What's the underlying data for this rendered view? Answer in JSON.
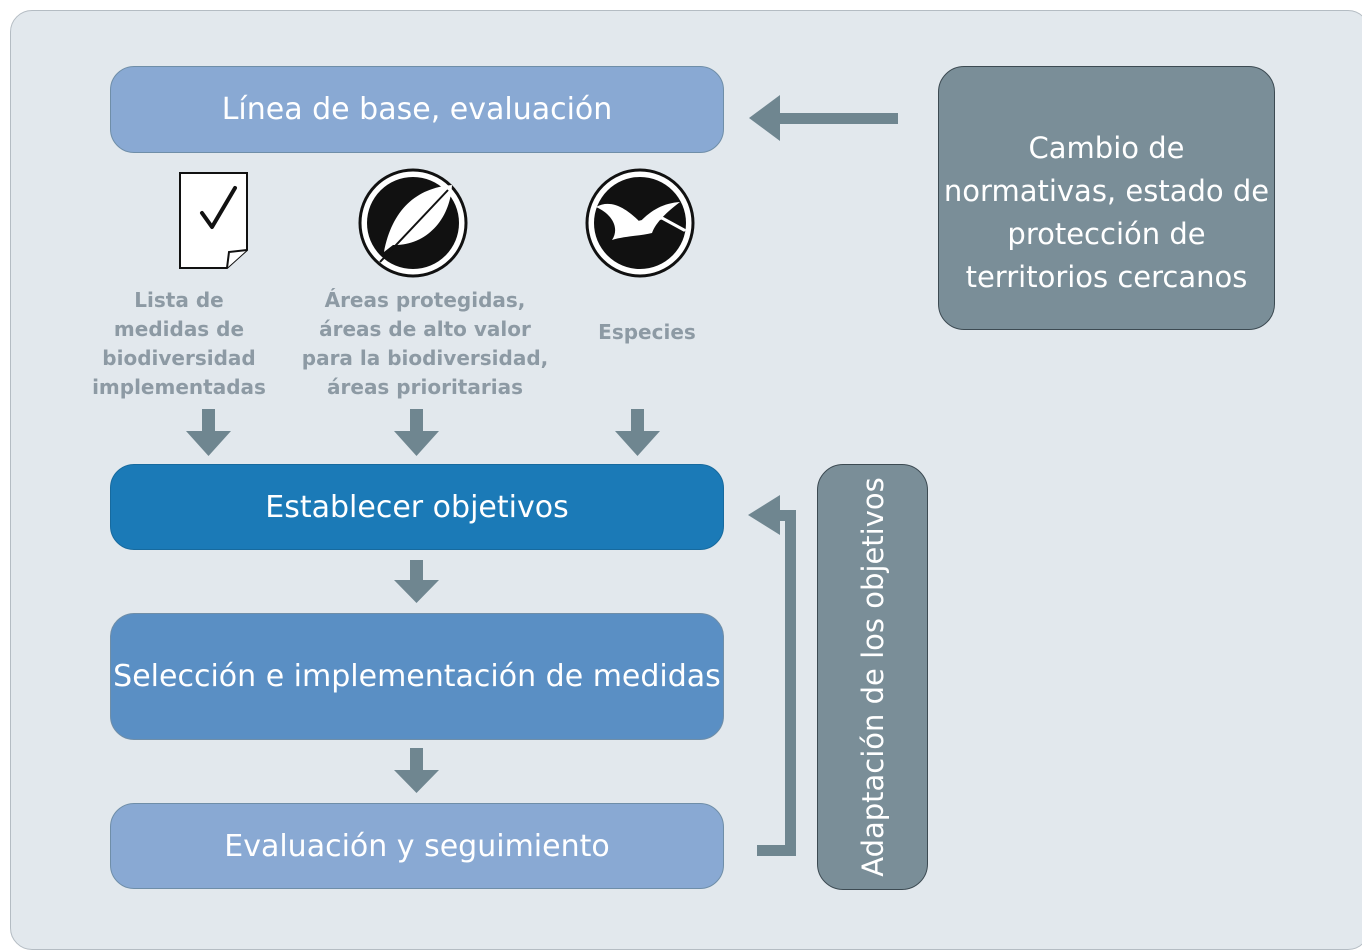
{
  "steps": {
    "baseline": "Línea de base, evaluación",
    "objectives": "Establecer objetivos",
    "selection": "Selección e implementación de medidas",
    "evaluation": "Evaluación y seguimiento"
  },
  "inputs": [
    {
      "icon": "checklist-document-icon",
      "label": "Lista de medidas de biodiversidad implementadas"
    },
    {
      "icon": "leaf-icon",
      "label": "Áreas protegidas, áreas de alto valor para la biodiversidad, áreas prioritarias"
    },
    {
      "icon": "bird-icon",
      "label": "Especies"
    }
  ],
  "side": {
    "external_changes": "Cambio de normativas, estado de protección de territorios cercanos",
    "adaptation": "Adaptación de los objetivos"
  },
  "colors": {
    "panel_bg": "#e2e8ed",
    "light_step": "#89a9d3",
    "dark_step": "#1b7ab7",
    "mid_step": "#5a8fc4",
    "grey": "#7a8e98",
    "arrow": "#6f8690",
    "label_text": "#8d9aa4"
  }
}
